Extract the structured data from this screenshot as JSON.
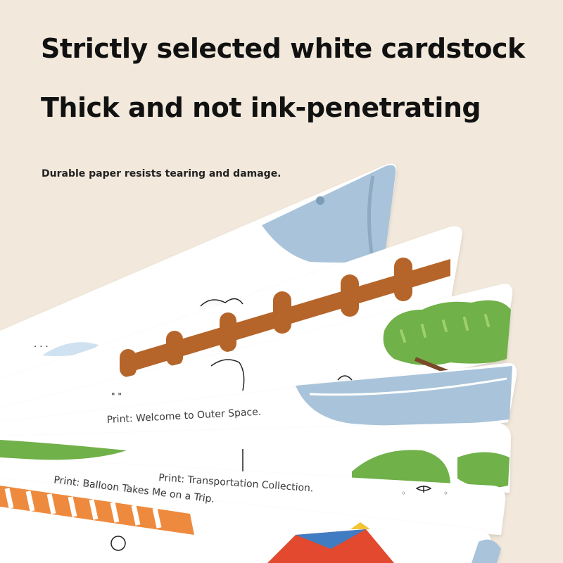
{
  "headline": {
    "line1": "Strictly selected white cardstock",
    "line2": "Thick and not ink-penetrating"
  },
  "subline": "Durable paper resists tearing and damage.",
  "card_labels": [
    "Print: Welcome to Outer Space.",
    "Print: Transportation Collection.",
    "Print: Balloon Takes Me on a Trip."
  ],
  "colors": {
    "background": "#f2e9dc",
    "card": "#ffffff",
    "fence_brown": "#b5652c",
    "sky_blue": "#a9c4da",
    "leaf_green": "#6fb14a",
    "awning_orange": "#ee8a3c"
  }
}
